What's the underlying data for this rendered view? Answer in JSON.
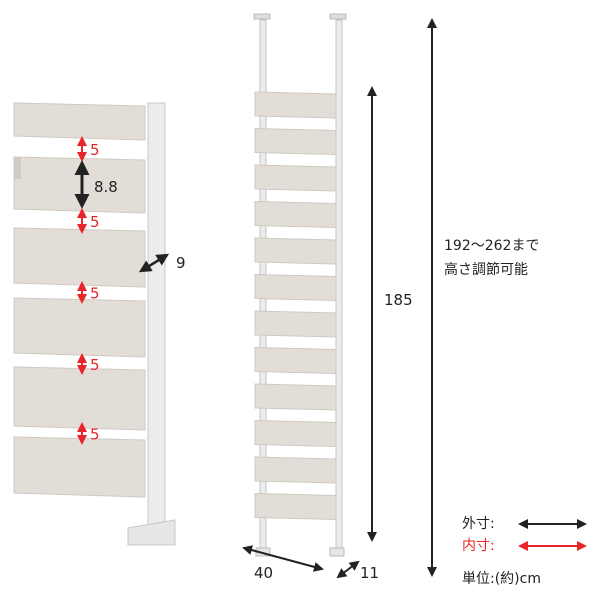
{
  "detail": {
    "gap_labels": [
      "5",
      "5",
      "5",
      "5",
      "5"
    ],
    "slat_height_label": "8.8",
    "depth_label": "9"
  },
  "product": {
    "height_label": "185",
    "adjustable_range": "192～262まで",
    "adjustable_note": "高さ調節可能",
    "width_label": "40",
    "depth_label": "11",
    "slat_count": 12
  },
  "legend": {
    "outer_label": "外寸:",
    "inner_label": "内寸:",
    "unit_label": "単位:(約)cm"
  },
  "colors": {
    "outer_arrow": "#222222",
    "inner_arrow": "#e8262a",
    "slat": "#e2ded7",
    "post": "#ececec"
  }
}
